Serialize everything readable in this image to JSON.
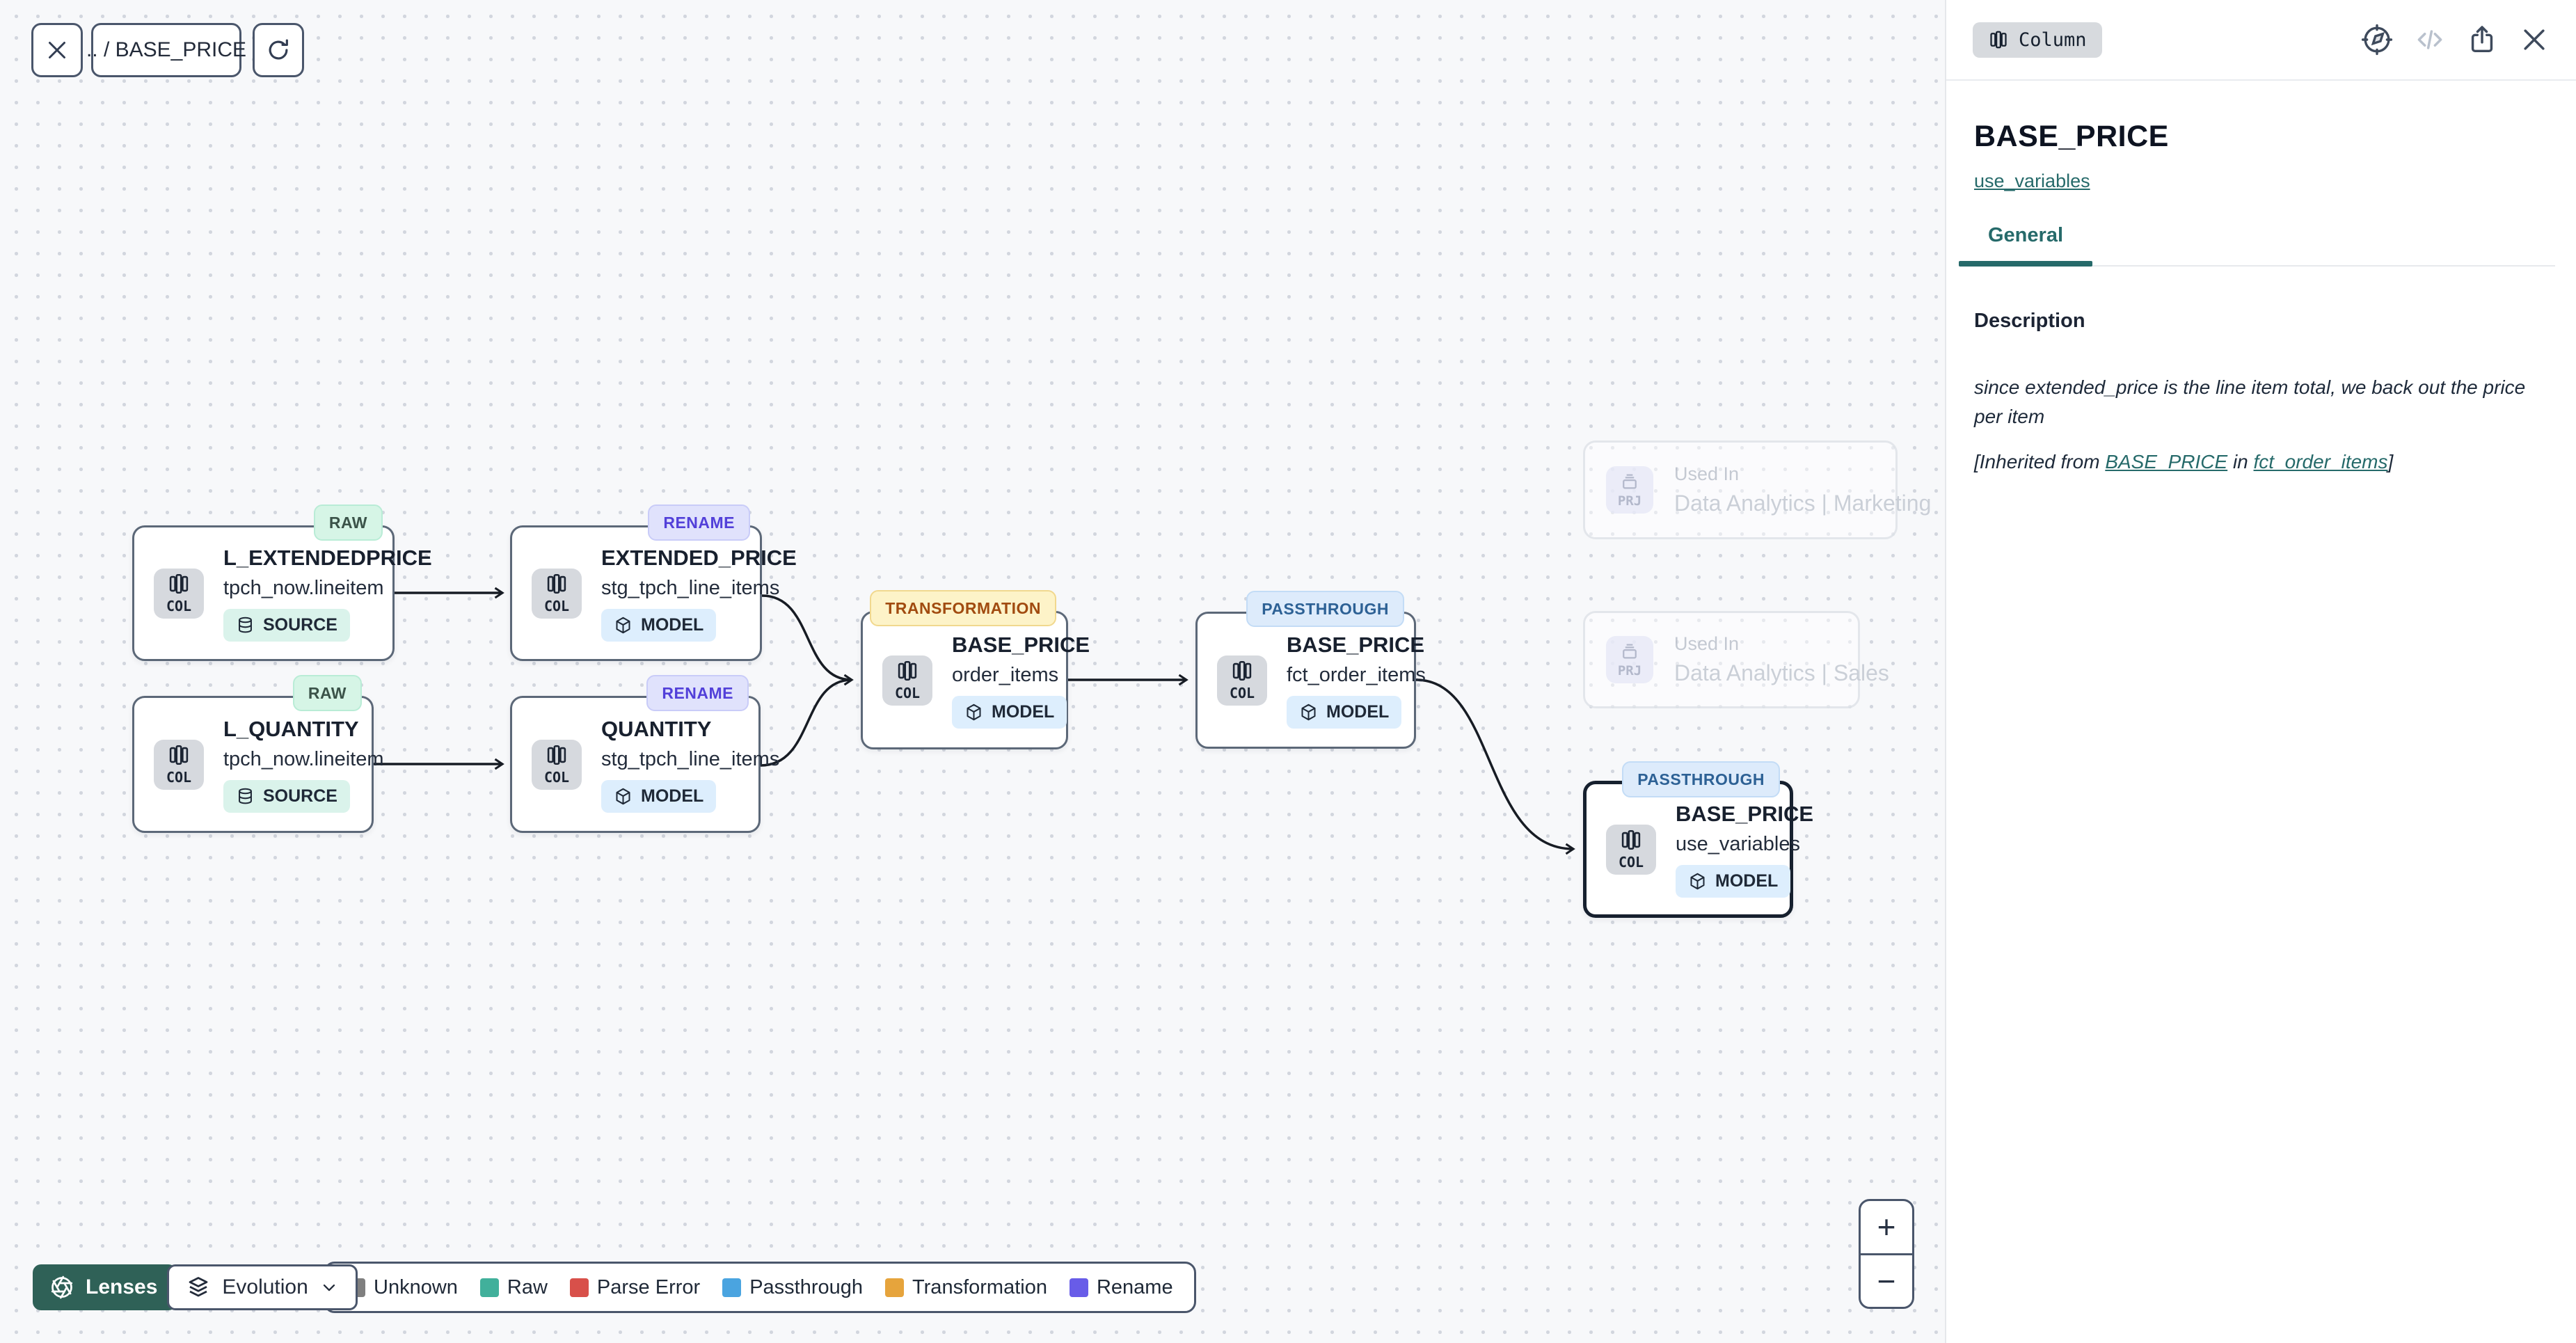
{
  "toolbar": {
    "breadcrumb": ".. / BASE_PRICE"
  },
  "canvas": {
    "nodes": [
      {
        "lens": "RAW",
        "kind": "COL",
        "title": "L_EXTENDEDPRICE",
        "subtitle": "tpch_now.lineitem",
        "type": "SOURCE"
      },
      {
        "lens": "RENAME",
        "kind": "COL",
        "title": "EXTENDED_PRICE",
        "subtitle": "stg_tpch_line_items",
        "type": "MODEL"
      },
      {
        "lens": "RAW",
        "kind": "COL",
        "title": "L_QUANTITY",
        "subtitle": "tpch_now.lineitem",
        "type": "SOURCE"
      },
      {
        "lens": "RENAME",
        "kind": "COL",
        "title": "QUANTITY",
        "subtitle": "stg_tpch_line_items",
        "type": "MODEL"
      },
      {
        "lens": "TRANSFORMATION",
        "kind": "COL",
        "title": "BASE_PRICE",
        "subtitle": "order_items",
        "type": "MODEL"
      },
      {
        "lens": "PASSTHROUGH",
        "kind": "COL",
        "title": "BASE_PRICE",
        "subtitle": "fct_order_items",
        "type": "MODEL"
      },
      {
        "lens": "PASSTHROUGH",
        "kind": "COL",
        "title": "BASE_PRICE",
        "subtitle": "use_variables",
        "type": "MODEL",
        "selected": true
      }
    ],
    "used_in": [
      {
        "kind": "PRJ",
        "label": "Used In",
        "name": "Data Analytics | Marketing"
      },
      {
        "kind": "PRJ",
        "label": "Used In",
        "name": "Data Analytics | Sales"
      }
    ]
  },
  "lenses_bar": {
    "button_label": "Lenses",
    "selected_lens": "Evolution"
  },
  "legend": {
    "items": [
      {
        "label": "Unknown",
        "color": "#7f7f7f"
      },
      {
        "label": "Raw",
        "color": "#41b09b"
      },
      {
        "label": "Parse Error",
        "color": "#d8504a"
      },
      {
        "label": "Passthrough",
        "color": "#4aa4e0"
      },
      {
        "label": "Transformation",
        "color": "#e6a43c"
      },
      {
        "label": "Rename",
        "color": "#685ce8"
      }
    ]
  },
  "zoom_controls": {
    "zoom_in": "+",
    "zoom_out": "−"
  },
  "panel": {
    "entity_type": "Column",
    "title": "BASE_PRICE",
    "model_link": "use_variables",
    "tabs": [
      {
        "label": "General"
      }
    ],
    "active_tab": "General",
    "description_label": "Description",
    "description_text": "since extended_price is the line item total, we back out the price per item",
    "inherited": {
      "prefix": "[Inherited from ",
      "column_link": "BASE_PRICE",
      "infix": " in ",
      "model_link": "fct_order_items",
      "suffix": "]"
    }
  },
  "colors": {
    "accent_teal": "#266a6a",
    "selected_border": "#16202e",
    "edge": "#171c24"
  }
}
